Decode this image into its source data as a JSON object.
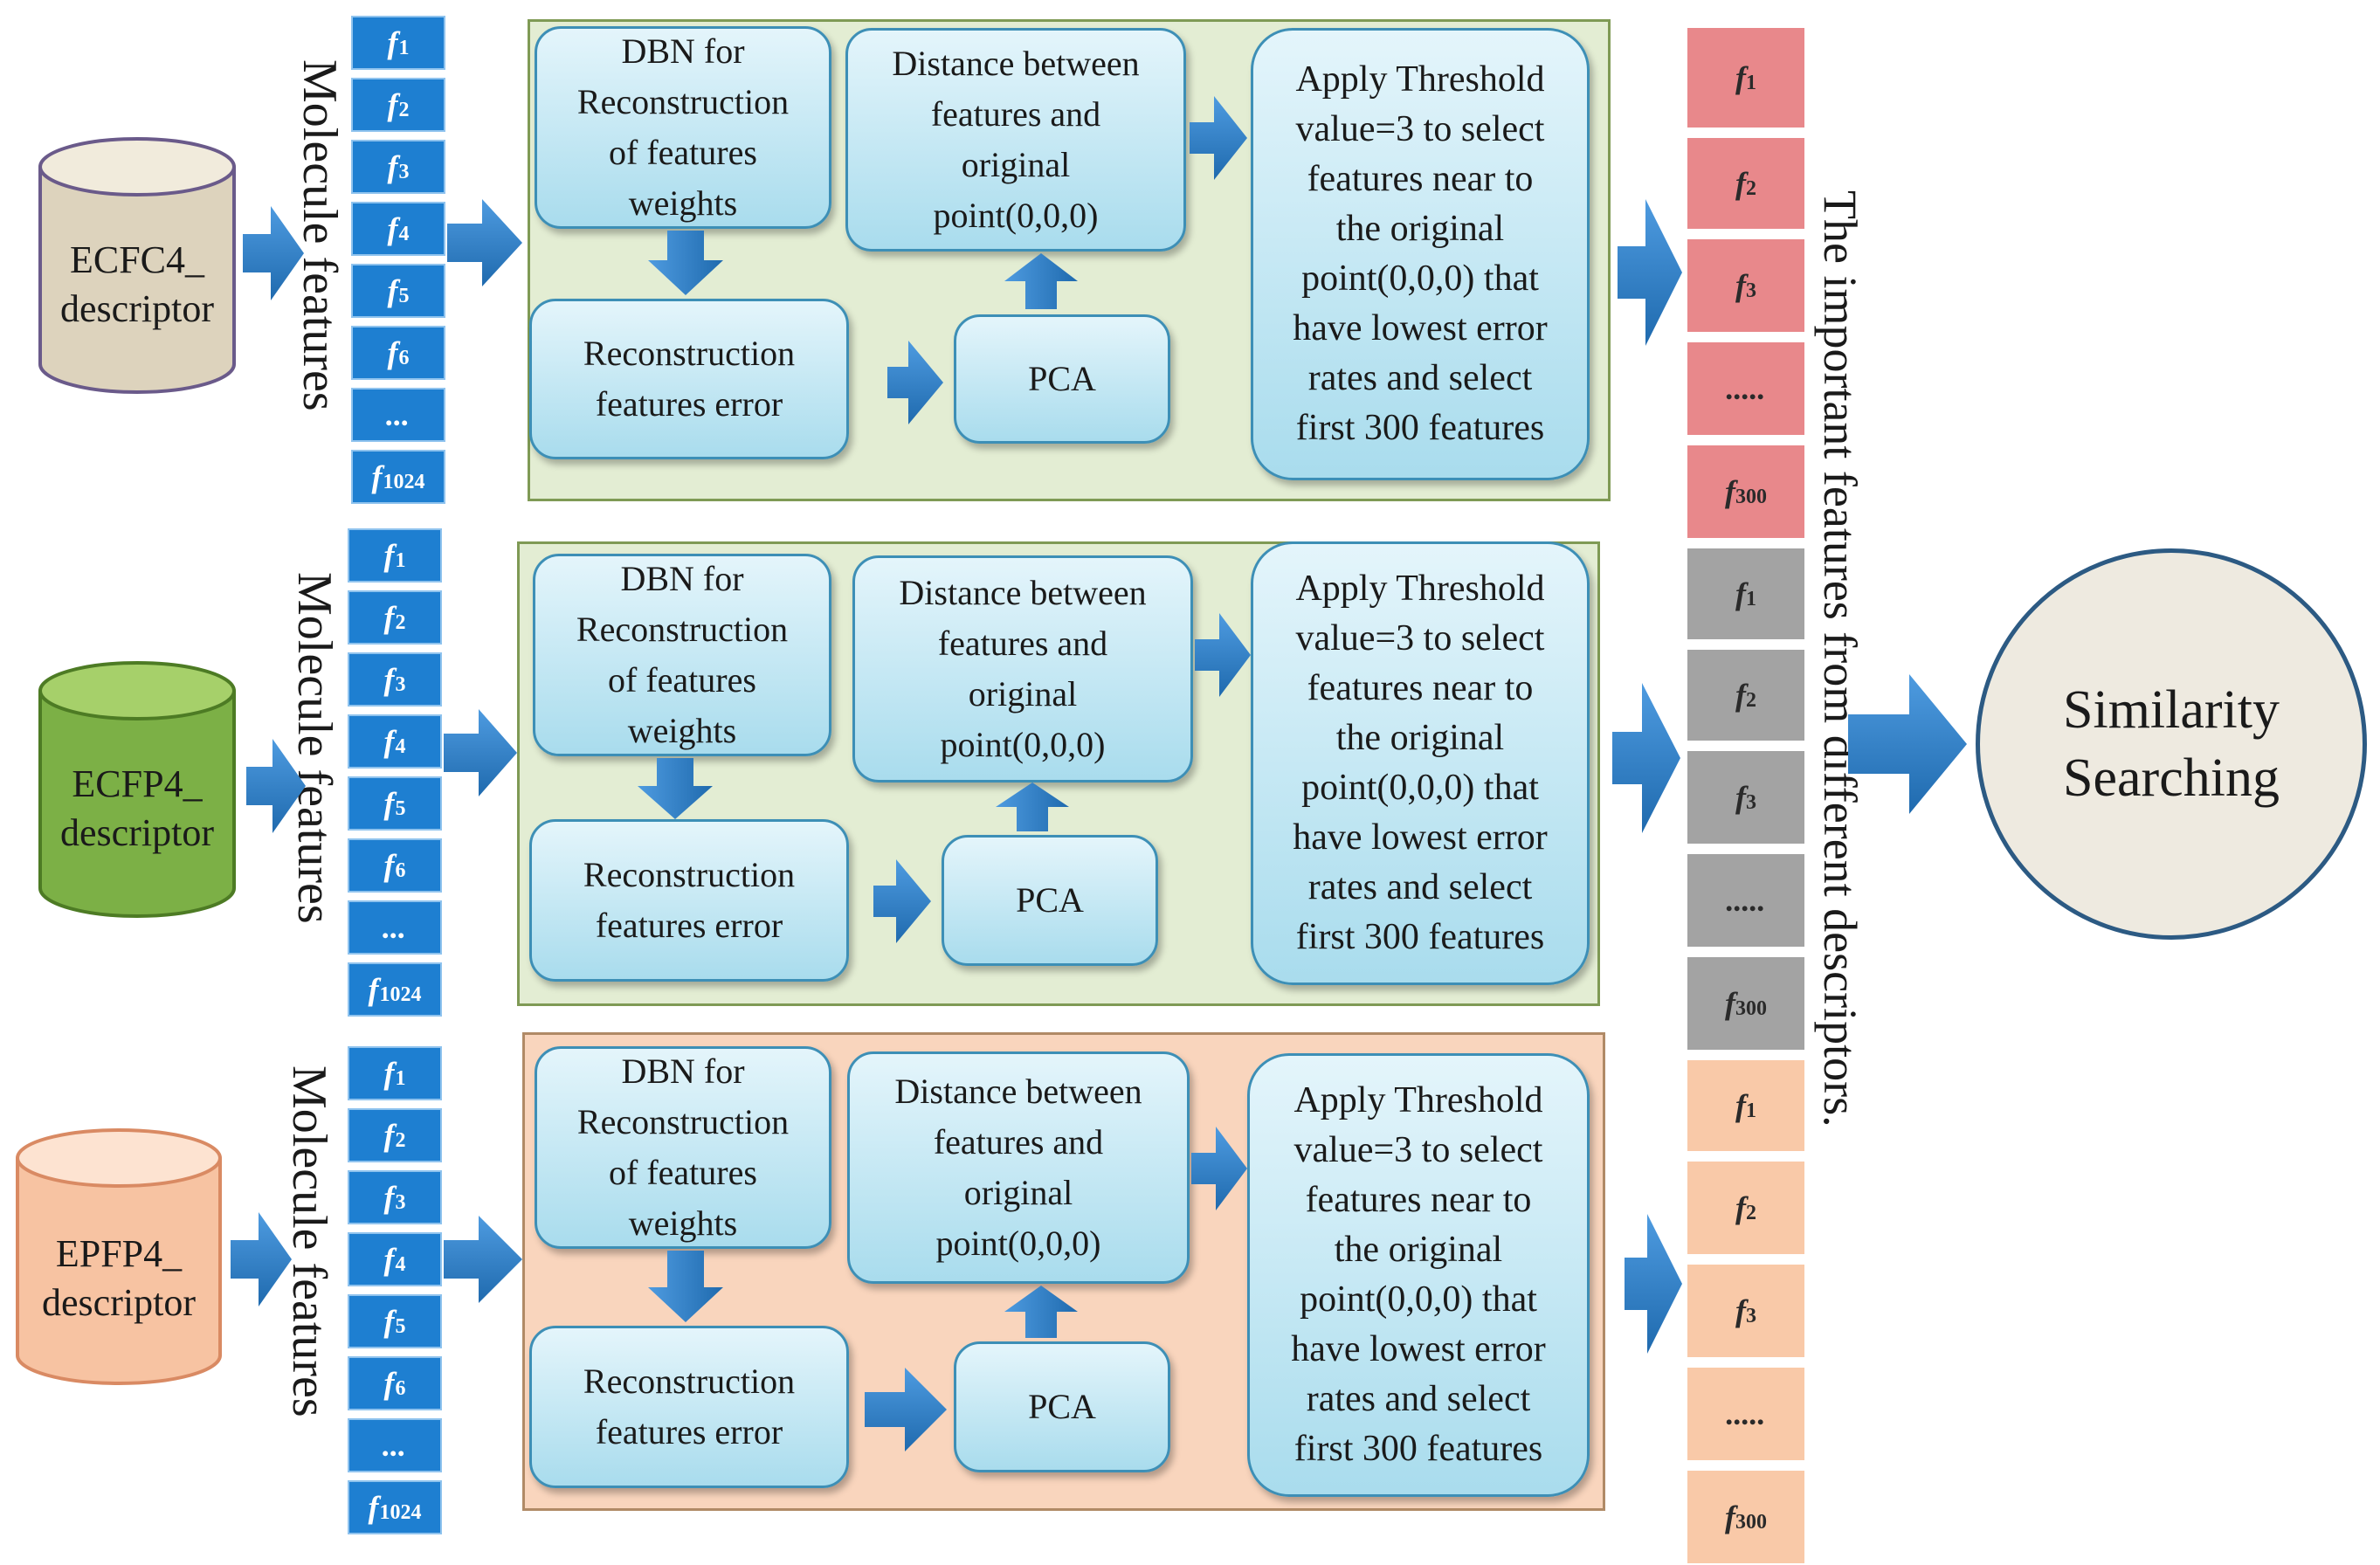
{
  "descriptors": [
    {
      "label": "ECFC4_\ndescriptor",
      "body": "#ddd3bd",
      "top": "#f1ebdc",
      "stroke": "#6a5a8a"
    },
    {
      "label": "ECFP4_\ndescriptor",
      "body": "#7cb046",
      "top": "#a6d06a",
      "stroke": "#4d7b24"
    },
    {
      "label": "EPFP4_\ndescriptor",
      "body": "#f7c3a2",
      "top": "#fde3d1",
      "stroke": "#d98a63"
    }
  ],
  "molecule_label": "Molecule features",
  "input_features": [
    {
      "sym": "f",
      "sub": "1"
    },
    {
      "sym": "f",
      "sub": "2"
    },
    {
      "sym": "f",
      "sub": "3"
    },
    {
      "sym": "f",
      "sub": "4"
    },
    {
      "sym": "f",
      "sub": "5"
    },
    {
      "sym": "f",
      "sub": "6"
    },
    {
      "sym": "...",
      "sub": ""
    },
    {
      "sym": "f",
      "sub": "1024"
    }
  ],
  "boxes": {
    "dbn": "DBN for\nReconstruction\nof features\nweights",
    "distance": "Distance between\nfeatures and\noriginal\npoint(0,0,0)",
    "threshold": "Apply Threshold\nvalue=3 to select\nfeatures near to\nthe original\npoint(0,0,0) that\nhave lowest error\nrates and select\nfirst 300 features",
    "recon": "Reconstruction\nfeatures error",
    "pca": "PCA"
  },
  "output_features": [
    {
      "sym": "f",
      "sub": "1"
    },
    {
      "sym": "f",
      "sub": "2"
    },
    {
      "sym": "f",
      "sub": "3"
    },
    {
      "sym": ".....",
      "sub": ""
    },
    {
      "sym": "f",
      "sub": "300"
    }
  ],
  "important_label": "The  important features from different descriptors.",
  "similarity_label": "Similarity\nSearching",
  "colors": {
    "arrow": "#2b7bbf",
    "feature_cell": "#1e7fd1",
    "output_red": "#e8888b",
    "output_gray": "#a3a3a3",
    "output_peach": "#f9c9a8"
  }
}
